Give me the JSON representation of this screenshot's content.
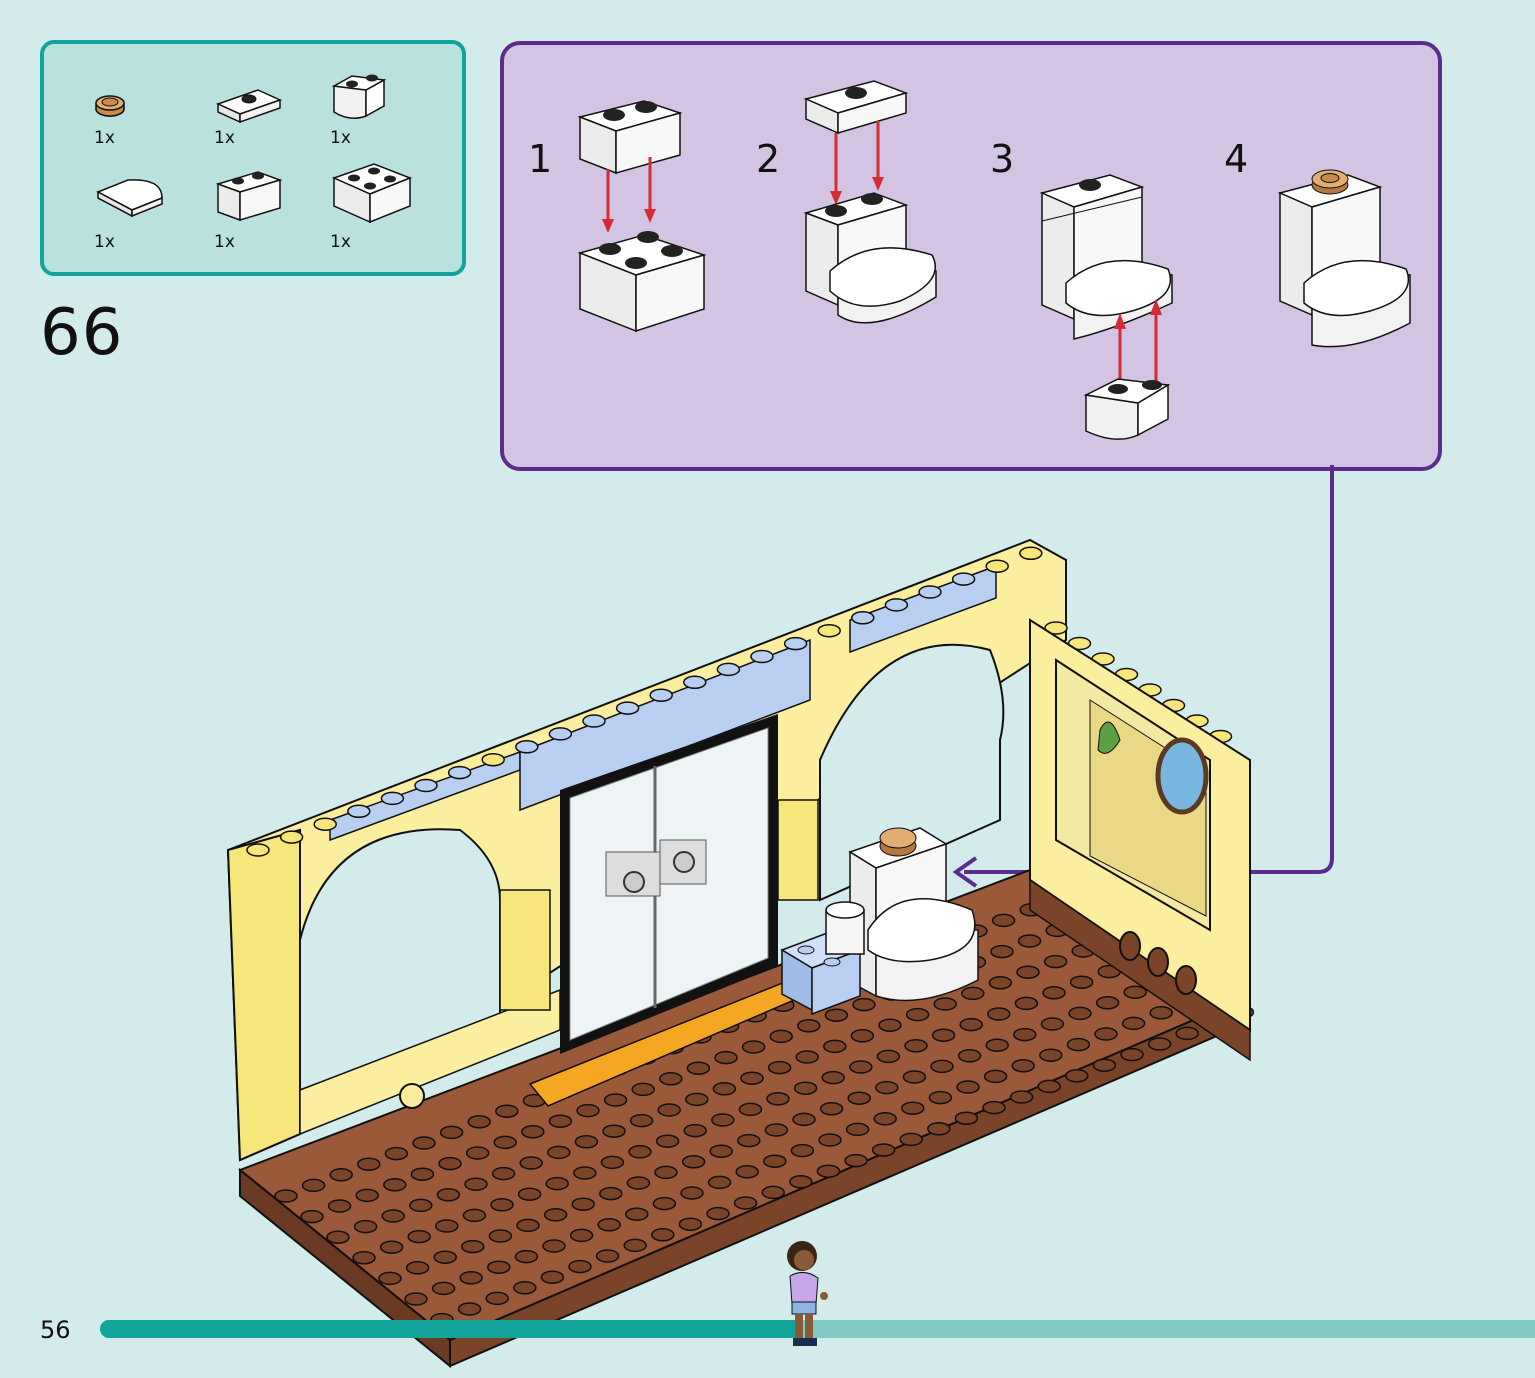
{
  "parts_list": {
    "items": [
      {
        "icon": "round-tile-1x1-tan",
        "qty": "1x"
      },
      {
        "icon": "plate-1x2-jumper-white",
        "qty": "1x"
      },
      {
        "icon": "round-brick-corner-white",
        "qty": "1x"
      },
      {
        "icon": "tile-round-corner-white",
        "qty": "1x"
      },
      {
        "icon": "brick-1x2-white",
        "qty": "1x"
      },
      {
        "icon": "brick-2x2-white",
        "qty": "1x"
      }
    ]
  },
  "step": {
    "number": "66"
  },
  "substeps": [
    {
      "number": "1"
    },
    {
      "number": "2"
    },
    {
      "number": "3"
    },
    {
      "number": "4"
    }
  ],
  "page": {
    "number": "56"
  },
  "progress": {
    "fraction": 0.49
  },
  "colors": {
    "background": "#d3ebea",
    "parts_border": "#12a39b",
    "substep_border": "#5a2d8c",
    "substep_fill": "#d3c4e3",
    "arrow": "#d62b35",
    "wall": "#fbef9f",
    "floor": "#9a5a3a",
    "accent_blue": "#b9cff2"
  }
}
